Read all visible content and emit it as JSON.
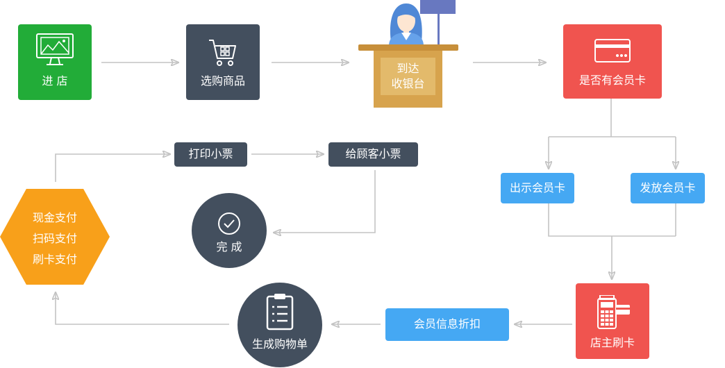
{
  "diagram": {
    "nodes": {
      "enter": {
        "label": "进 店",
        "icon": "monitor-icon"
      },
      "shop": {
        "label": "选购商品",
        "icon": "shopping-cart-icon"
      },
      "cashier": {
        "line1": "到达",
        "line2": "收银台",
        "icon": "cashier-illustration"
      },
      "member_check": {
        "label": "是否有会员卡",
        "icon": "credit-card-icon"
      },
      "show_card": {
        "label": "出示会员卡"
      },
      "issue_card": {
        "label": "发放会员卡"
      },
      "swipe": {
        "label": "店主刷卡",
        "icon": "pos-terminal-icon"
      },
      "discount": {
        "label": "会员信息折扣"
      },
      "order": {
        "label": "生成购物单",
        "icon": "clipboard-icon"
      },
      "payment": {
        "options": [
          "现金支付",
          "扫码支付",
          "刷卡支付"
        ]
      },
      "print": {
        "label": "打印小票"
      },
      "give": {
        "label": "给顾客小票"
      },
      "done": {
        "label": "完 成",
        "icon": "check-circle-icon"
      }
    }
  },
  "colors": {
    "green": "#22ac38",
    "dark": "#434f5e",
    "red": "#f0544f",
    "blue": "#45a8f3",
    "orange": "#f8a01a",
    "counter": "#d7a34d",
    "connector": "#c3c3c3"
  }
}
